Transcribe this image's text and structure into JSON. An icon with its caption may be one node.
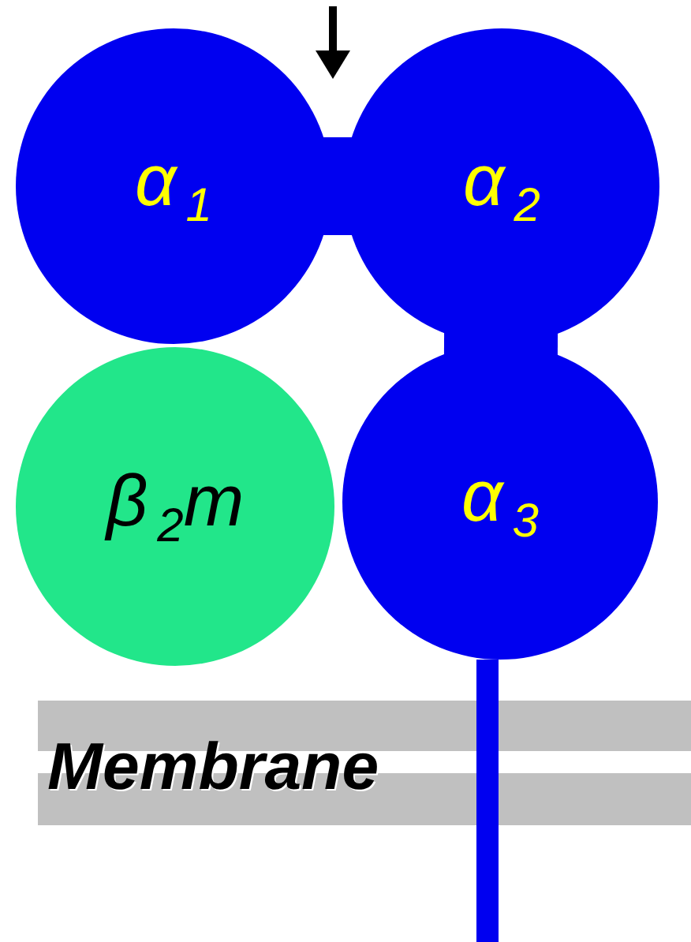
{
  "diagram": {
    "nodes": [
      {
        "text": [
          "α$_{1}$"
        ]
      },
      {
        "text": [
          "α$_{2}$"
        ]
      },
      {
        "text": [
          "β$_{2}$m"
        ]
      },
      {
        "text": [
          "α$_{3}$"
        ]
      }
    ],
    "edges": [
      {
        "from": 0,
        "to": 1,
        "arrow": "none"
      },
      {
        "from": 1,
        "to": 3,
        "arrow": "none"
      }
    ],
    "labels": [
      "Membrane"
    ]
  }
}
